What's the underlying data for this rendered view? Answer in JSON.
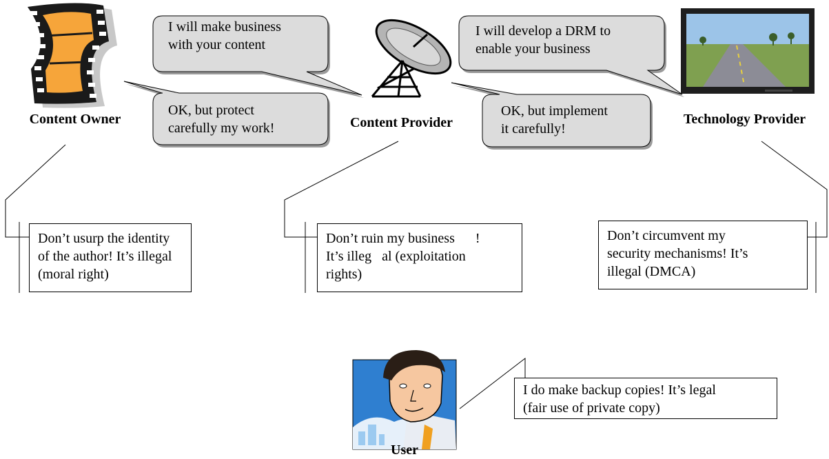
{
  "actors": {
    "owner": "Content Owner",
    "provider": "Content Provider",
    "technology": "Technology Provider",
    "user": "User"
  },
  "bubbles": {
    "provider_to_owner": "I will make business\nwith your content",
    "owner_reply": "OK, but protect\ncarefully my work!",
    "technology_to_provider": "I will develop a DRM to\nenable your business",
    "provider_reply": "OK, but implement\nit carefully!"
  },
  "notes": {
    "owner": "Don’t usurp the identity\nof the author! It’s illegal\n(moral right)",
    "provider": "Don’t ruin my business      !\nIt’s illeg   al (exploitation\nrights)",
    "technology": "Don’t circumvent my\nsecurity mechanisms! It’s\nillegal (DMCA)",
    "user": "I do make backup copies! It’s legal\n(fair use of private copy)"
  },
  "colors": {
    "bubble_fill": "#dcdcdc",
    "bubble_shadow": "#9a9a9a",
    "film_orange": "#f6a53a",
    "user_bg": "#2f7fd0"
  },
  "icons": [
    "film-reel-icon",
    "satellite-dish-icon",
    "monitor-road-icon",
    "user-portrait-icon"
  ]
}
